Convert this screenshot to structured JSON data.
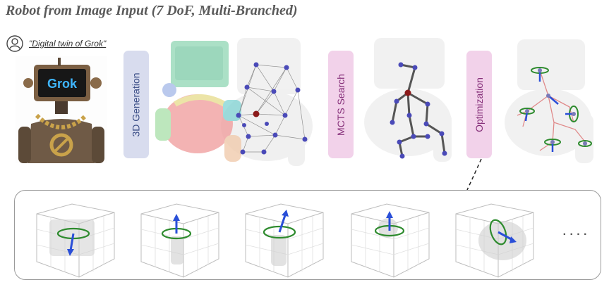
{
  "title": "Robot from Image Input (7 DoF, Multi-Branched)",
  "prompt": {
    "text": "\"Digital twin of Grok\"",
    "icon": "user-icon"
  },
  "robot_image": {
    "screen_text": "Grok"
  },
  "stages": [
    {
      "label": "3D Generation",
      "bg": "#d8dcee",
      "fg": "#3a4d86"
    },
    {
      "label": "MCTS Search",
      "bg": "#f2d2ea",
      "fg": "#86307a"
    },
    {
      "label": "Optimization",
      "bg": "#f2d2ea",
      "fg": "#86307a"
    }
  ],
  "bottom_panel": {
    "ellipsis": "· · · ·"
  },
  "colors": {
    "node": "#4a4ab8",
    "root_node": "#8b1a1a",
    "rotation_ring": "#2e8b2e",
    "axis_arrow": "#2a4fd8",
    "link": "#e08a8a"
  }
}
